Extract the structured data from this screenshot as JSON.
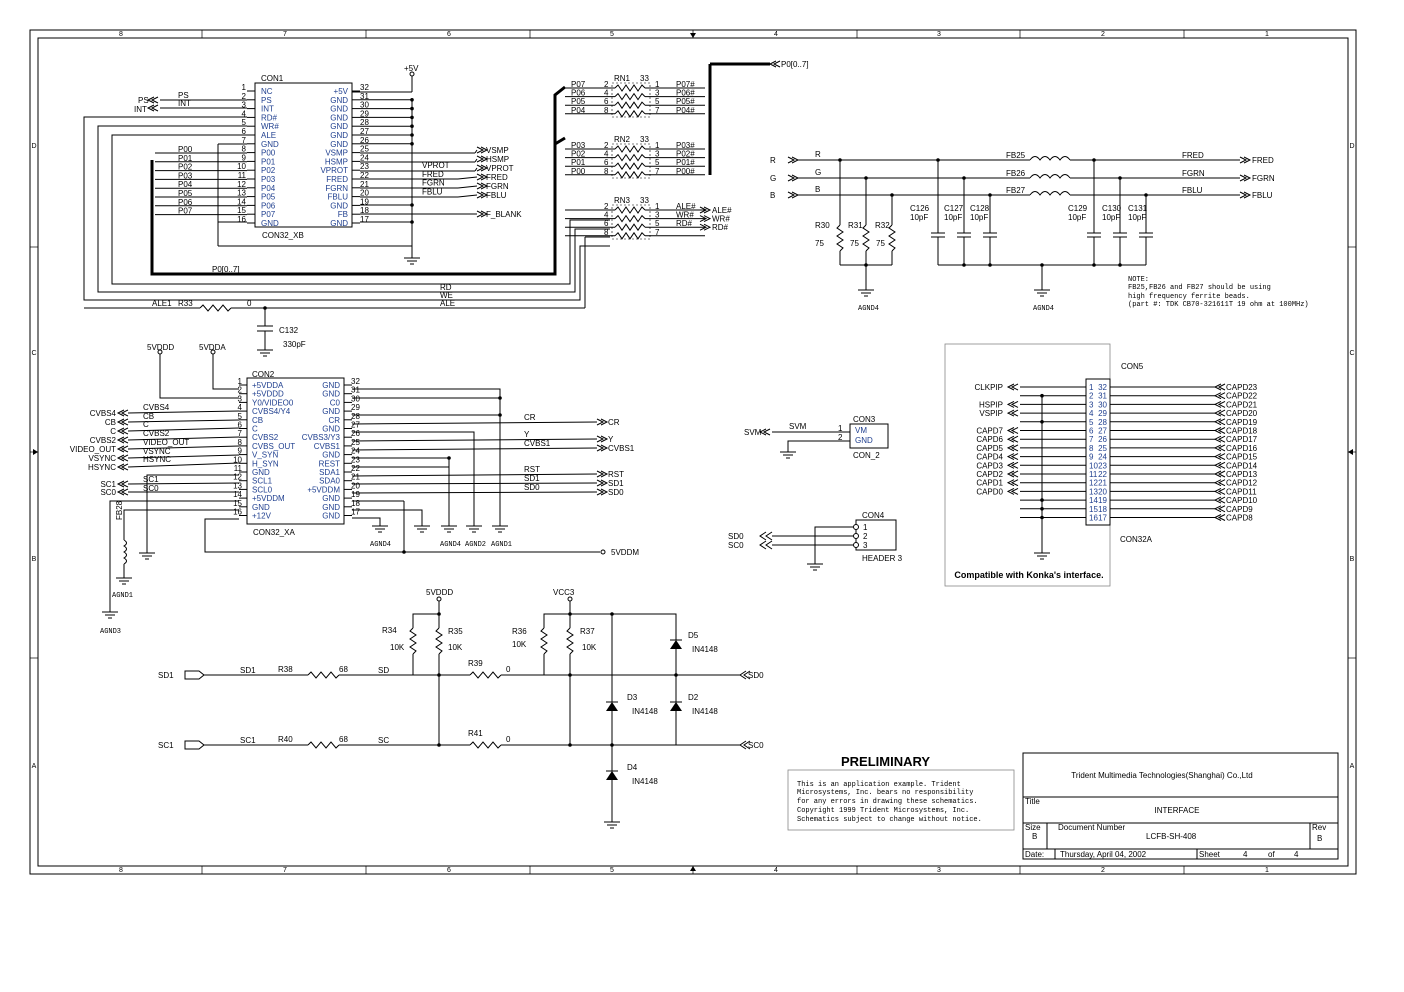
{
  "title_block": {
    "company": "Trident Multimedia Technologies(Shanghai) Co.,Ltd",
    "title_label": "Title",
    "title": "INTERFACE",
    "size_label": "Size",
    "size": "B",
    "docnum_label": "Document Number",
    "docnum": "LCFB-SH-408",
    "rev_label": "Rev",
    "rev": "B",
    "date_label": "Date:",
    "date": "Thursday, April 04, 2002",
    "sheet_label": "Sheet",
    "sheet": "4",
    "of_label": "of",
    "of": "4"
  },
  "preliminary": {
    "heading": "PRELIMINARY",
    "lines": [
      "This is an application example.  Trident",
      "Microsystems, Inc. bears no responsibility",
      "for any errors in drawing these schematics.",
      "Copyright 1999 Trident Microsystems, Inc.",
      "Schematics subject to change without notice."
    ]
  },
  "note": {
    "lines": [
      "NOTE:",
      "FB25,FB26 and FB27 should be using",
      "high frequency ferrite beads.",
      "(part #: TDK CB70-321611T 19 ohm at 100MHz)"
    ]
  },
  "compat_text": "Compatible with Konka's interface.",
  "border_cols": [
    "8",
    "7",
    "6",
    "5",
    "4",
    "3",
    "2",
    "1"
  ],
  "border_rows": [
    "D",
    "C",
    "B",
    "A"
  ],
  "con1": {
    "name": "CON1",
    "part": "CON32_XB",
    "left_pins": [
      {
        "n": "1",
        "s": "NC"
      },
      {
        "n": "2",
        "s": "PS"
      },
      {
        "n": "3",
        "s": "INT"
      },
      {
        "n": "4",
        "s": "RD#"
      },
      {
        "n": "5",
        "s": "WR#"
      },
      {
        "n": "6",
        "s": "ALE"
      },
      {
        "n": "7",
        "s": "GND"
      },
      {
        "n": "8",
        "s": "P00"
      },
      {
        "n": "9",
        "s": "P01"
      },
      {
        "n": "10",
        "s": "P02"
      },
      {
        "n": "11",
        "s": "P03"
      },
      {
        "n": "12",
        "s": "P04"
      },
      {
        "n": "13",
        "s": "P05"
      },
      {
        "n": "14",
        "s": "P06"
      },
      {
        "n": "15",
        "s": "P07"
      },
      {
        "n": "16",
        "s": "GND"
      }
    ],
    "right_pins": [
      {
        "n": "32",
        "s": "+5V"
      },
      {
        "n": "31",
        "s": "GND"
      },
      {
        "n": "30",
        "s": "GND"
      },
      {
        "n": "29",
        "s": "GND"
      },
      {
        "n": "28",
        "s": "GND"
      },
      {
        "n": "27",
        "s": "GND"
      },
      {
        "n": "26",
        "s": "GND"
      },
      {
        "n": "25",
        "s": "VSMP"
      },
      {
        "n": "24",
        "s": "HSMP"
      },
      {
        "n": "23",
        "s": "VPROT"
      },
      {
        "n": "22",
        "s": "FRED"
      },
      {
        "n": "21",
        "s": "FGRN"
      },
      {
        "n": "20",
        "s": "FBLU"
      },
      {
        "n": "19",
        "s": "GND"
      },
      {
        "n": "18",
        "s": "FB"
      },
      {
        "n": "17",
        "s": "GND"
      }
    ],
    "left_nets": [
      "P00",
      "P01",
      "P02",
      "P03",
      "P04",
      "P05",
      "P06",
      "P07"
    ],
    "ports_left": [
      "PS",
      "INT"
    ],
    "ports_right": [
      "VSMP",
      "HSMP",
      "VPROT",
      "FRED",
      "FGRN",
      "FBLU",
      "F_BLANK"
    ],
    "net_labels_right": [
      "VPROT",
      "FRED",
      "FGRN",
      "FBLU"
    ],
    "power": "+5V",
    "bus_label": "P0[0..7]"
  },
  "rn": [
    {
      "name": "RN1",
      "val": "33",
      "nets_l": [
        "P07",
        "P06",
        "P05",
        "P04"
      ],
      "pins_l": [
        "2",
        "4",
        "6",
        "8"
      ],
      "pins_r": [
        "1",
        "3",
        "5",
        "7"
      ],
      "nets_r": [
        "P07#",
        "P06#",
        "P05#",
        "P04#"
      ]
    },
    {
      "name": "RN2",
      "val": "33",
      "nets_l": [
        "P03",
        "P02",
        "P01",
        "P00"
      ],
      "pins_l": [
        "2",
        "4",
        "6",
        "8"
      ],
      "pins_r": [
        "1",
        "3",
        "5",
        "7"
      ],
      "nets_r": [
        "P03#",
        "P02#",
        "P01#",
        "P00#"
      ]
    },
    {
      "name": "RN3",
      "val": "33",
      "nets_l": [
        "",
        "",
        "",
        ""
      ],
      "pins_l": [
        "2",
        "4",
        "6",
        "8"
      ],
      "pins_r": [
        "1",
        "3",
        "5",
        "7"
      ],
      "nets_r": [
        "ALE#",
        "WR#",
        "RD#",
        ""
      ]
    }
  ],
  "bus_port": "P0[0..7]",
  "ctrl_nets": [
    "RD",
    "WE",
    "ALE"
  ],
  "r33": {
    "ref": "R33",
    "val": "0",
    "net": "ALE1"
  },
  "c132": {
    "ref": "C132",
    "val": "330pF"
  },
  "rgb": {
    "inputs": [
      "R",
      "G",
      "B"
    ],
    "nets": [
      "R",
      "G",
      "B"
    ],
    "beads": [
      "FB25",
      "FB26",
      "FB27"
    ],
    "outs": [
      "FRED",
      "FGRN",
      "FBLU"
    ],
    "res": [
      {
        "ref": "R30",
        "val": "75"
      },
      {
        "ref": "R31",
        "val": "75"
      },
      {
        "ref": "R32",
        "val": "75"
      }
    ],
    "caps": [
      {
        "ref": "C126",
        "val": "10pF"
      },
      {
        "ref": "C127",
        "val": "10pF"
      },
      {
        "ref": "C128",
        "val": "10pF"
      },
      {
        "ref": "C129",
        "val": "10pF"
      },
      {
        "ref": "C130",
        "val": "10pF"
      },
      {
        "ref": "C131",
        "val": "10pF"
      }
    ],
    "gnd": [
      "AGND4",
      "AGND4"
    ]
  },
  "con2": {
    "name": "CON2",
    "part": "CON32_XA",
    "power": [
      "5VDDD",
      "5VDDA"
    ],
    "left_pins": [
      {
        "n": "1",
        "s": "+5VDDA"
      },
      {
        "n": "2",
        "s": "+5VDDD"
      },
      {
        "n": "3",
        "s": "Y0/VIDEO0"
      },
      {
        "n": "4",
        "s": "CVBS4/Y4"
      },
      {
        "n": "5",
        "s": "CB"
      },
      {
        "n": "6",
        "s": "C"
      },
      {
        "n": "7",
        "s": "CVBS2"
      },
      {
        "n": "8",
        "s": "CVBS_OUT"
      },
      {
        "n": "9",
        "s": "V_SYN"
      },
      {
        "n": "10",
        "s": "H_SYN"
      },
      {
        "n": "11",
        "s": "GND"
      },
      {
        "n": "12",
        "s": "SCL1"
      },
      {
        "n": "13",
        "s": "SCL0"
      },
      {
        "n": "14",
        "s": "+5VDDM"
      },
      {
        "n": "15",
        "s": "GND"
      },
      {
        "n": "16",
        "s": "+12V"
      }
    ],
    "right_pins": [
      {
        "n": "32",
        "s": "GND"
      },
      {
        "n": "31",
        "s": "GND"
      },
      {
        "n": "30",
        "s": "C0"
      },
      {
        "n": "29",
        "s": "GND"
      },
      {
        "n": "28",
        "s": "CR"
      },
      {
        "n": "27",
        "s": "GND"
      },
      {
        "n": "26",
        "s": "CVBS3/Y3"
      },
      {
        "n": "25",
        "s": "CVBS1"
      },
      {
        "n": "24",
        "s": "GND"
      },
      {
        "n": "23",
        "s": "REST"
      },
      {
        "n": "22",
        "s": "SDA1"
      },
      {
        "n": "21",
        "s": "SDA0"
      },
      {
        "n": "20",
        "s": "+5VDDM"
      },
      {
        "n": "19",
        "s": "GND"
      },
      {
        "n": "18",
        "s": "GND"
      },
      {
        "n": "17",
        "s": "GND"
      }
    ],
    "left_nets": [
      "CVBS4",
      "CB",
      "C",
      "CVBS2",
      "VIDEO_OUT",
      "VSYNC",
      "HSYNC",
      "SC1",
      "SC0"
    ],
    "ports_left": [
      "CVBS4",
      "CB",
      "C",
      "CVBS2",
      "VIDEO_OUT",
      "VSYNC",
      "HSYNC",
      "SC1",
      "SC0"
    ],
    "right_nets": [
      "CR",
      "Y",
      "CVBS1",
      "RST",
      "SD1",
      "SD0"
    ],
    "ports_right": [
      "CR",
      "Y",
      "CVBS1",
      "RST",
      "SD1",
      "SD0"
    ],
    "fb": "FB28",
    "gnd": [
      "AGND4",
      "AGND4",
      "AGND2",
      "AGND1",
      "AGND1",
      "AGND3"
    ],
    "port_5vddm": "5VDDM"
  },
  "con3": {
    "name": "CON3",
    "part": "CON_2",
    "net": "SVM",
    "port": "SVM",
    "pins": [
      {
        "n": "1",
        "s": "VM"
      },
      {
        "n": "2",
        "s": "GND"
      }
    ]
  },
  "con4": {
    "name": "CON4",
    "part": "HEADER 3",
    "ports": [
      "SD0",
      "SC0"
    ],
    "pins": [
      "1",
      "2",
      "3"
    ]
  },
  "con5": {
    "name": "CON5",
    "part": "CON32A",
    "left_ports": [
      "CLKPIP",
      "",
      "HSPIP",
      "VSPIP",
      "",
      "CAPD7",
      "CAPD6",
      "CAPD5",
      "CAPD4",
      "CAPD3",
      "CAPD2",
      "CAPD1",
      "CAPD0",
      "",
      "",
      ""
    ],
    "left_pins": [
      "1",
      "2",
      "3",
      "4",
      "5",
      "6",
      "7",
      "8",
      "9",
      "10",
      "11",
      "12",
      "13",
      "14",
      "15",
      "16"
    ],
    "right_pins": [
      "32",
      "31",
      "30",
      "29",
      "28",
      "27",
      "26",
      "25",
      "24",
      "23",
      "22",
      "21",
      "20",
      "19",
      "18",
      "17"
    ],
    "right_ports": [
      "CAPD23",
      "CAPD22",
      "CAPD21",
      "CAPD20",
      "CAPD19",
      "CAPD18",
      "CAPD17",
      "CAPD16",
      "CAPD15",
      "CAPD14",
      "CAPD13",
      "CAPD12",
      "CAPD11",
      "CAPD10",
      "CAPD9",
      "CAPD8"
    ]
  },
  "i2c": {
    "power": [
      "5VDDD",
      "VCC3"
    ],
    "res": [
      {
        "ref": "R34",
        "val": "10K"
      },
      {
        "ref": "R35",
        "val": "10K"
      },
      {
        "ref": "R36",
        "val": "10K"
      },
      {
        "ref": "R37",
        "val": "10K"
      },
      {
        "ref": "R38",
        "val": "68"
      },
      {
        "ref": "R39",
        "val": "0"
      },
      {
        "ref": "R40",
        "val": "68"
      },
      {
        "ref": "R41",
        "val": "0"
      }
    ],
    "diodes": [
      {
        "ref": "D5",
        "val": "IN4148"
      },
      {
        "ref": "D3",
        "val": "IN4148"
      },
      {
        "ref": "D2",
        "val": "IN4148"
      },
      {
        "ref": "D4",
        "val": "IN4148"
      }
    ],
    "in_ports": [
      "SD1",
      "SC1"
    ],
    "nets": [
      "SD1",
      "SD",
      "SC1",
      "SC"
    ],
    "out_ports": [
      "SD0",
      "SC0"
    ]
  }
}
